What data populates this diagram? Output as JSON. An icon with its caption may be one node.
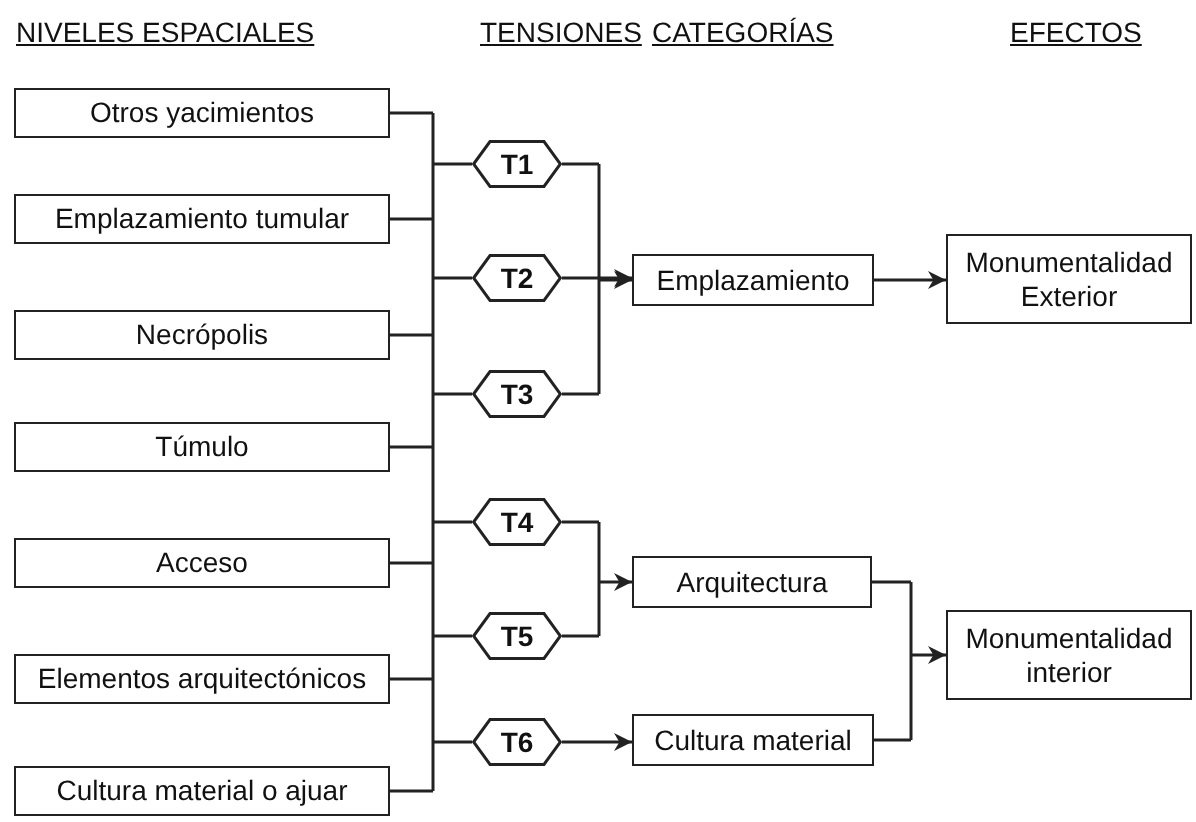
{
  "diagram": {
    "nodes": [
      {
        "text": [
          "Otros yacimientos"
        ]
      },
      {
        "text": [
          "Emplazamiento tumular"
        ]
      },
      {
        "text": [
          "Necrópolis"
        ]
      },
      {
        "text": [
          "Túmulo"
        ]
      },
      {
        "text": [
          "Acceso"
        ]
      },
      {
        "text": [
          "Elementos arquitectónicos"
        ]
      },
      {
        "text": [
          "Cultura material o ajuar"
        ]
      },
      {
        "text": [
          "T1"
        ]
      },
      {
        "text": [
          "T2"
        ]
      },
      {
        "text": [
          "T3"
        ]
      },
      {
        "text": [
          "T4"
        ]
      },
      {
        "text": [
          "T5"
        ]
      },
      {
        "text": [
          "T6"
        ]
      },
      {
        "text": [
          "Emplazamiento"
        ]
      },
      {
        "text": [
          "Arquitectura"
        ]
      },
      {
        "text": [
          "Cultura material"
        ]
      },
      {
        "text": [
          "Monumentalidad Exterior"
        ]
      },
      {
        "text": [
          "Monumentalidad interior"
        ]
      }
    ],
    "edges": [
      {
        "from": 0,
        "to": 7,
        "arrow": "none"
      },
      {
        "from": 0,
        "to": 8,
        "arrow": "none"
      },
      {
        "from": 0,
        "to": 9,
        "arrow": "none"
      },
      {
        "from": 0,
        "to": 10,
        "arrow": "none"
      },
      {
        "from": 0,
        "to": 11,
        "arrow": "none"
      },
      {
        "from": 0,
        "to": 12,
        "arrow": "none"
      },
      {
        "from": 1,
        "to": 7,
        "arrow": "none"
      },
      {
        "from": 1,
        "to": 8,
        "arrow": "none"
      },
      {
        "from": 1,
        "to": 9,
        "arrow": "none"
      },
      {
        "from": 1,
        "to": 10,
        "arrow": "none"
      },
      {
        "from": 1,
        "to": 11,
        "arrow": "none"
      },
      {
        "from": 1,
        "to": 12,
        "arrow": "none"
      },
      {
        "from": 2,
        "to": 7,
        "arrow": "none"
      },
      {
        "from": 2,
        "to": 8,
        "arrow": "none"
      },
      {
        "from": 2,
        "to": 9,
        "arrow": "none"
      },
      {
        "from": 2,
        "to": 10,
        "arrow": "none"
      },
      {
        "from": 2,
        "to": 11,
        "arrow": "none"
      },
      {
        "from": 2,
        "to": 12,
        "arrow": "none"
      },
      {
        "from": 3,
        "to": 7,
        "arrow": "none"
      },
      {
        "from": 3,
        "to": 8,
        "arrow": "none"
      },
      {
        "from": 3,
        "to": 9,
        "arrow": "none"
      },
      {
        "from": 3,
        "to": 10,
        "arrow": "none"
      },
      {
        "from": 3,
        "to": 11,
        "arrow": "none"
      },
      {
        "from": 3,
        "to": 12,
        "arrow": "none"
      },
      {
        "from": 4,
        "to": 7,
        "arrow": "none"
      },
      {
        "from": 4,
        "to": 8,
        "arrow": "none"
      },
      {
        "from": 4,
        "to": 9,
        "arrow": "none"
      },
      {
        "from": 4,
        "to": 10,
        "arrow": "none"
      },
      {
        "from": 4,
        "to": 11,
        "arrow": "none"
      },
      {
        "from": 4,
        "to": 12,
        "arrow": "none"
      },
      {
        "from": 5,
        "to": 7,
        "arrow": "none"
      },
      {
        "from": 5,
        "to": 8,
        "arrow": "none"
      },
      {
        "from": 5,
        "to": 9,
        "arrow": "none"
      },
      {
        "from": 5,
        "to": 10,
        "arrow": "none"
      },
      {
        "from": 5,
        "to": 11,
        "arrow": "none"
      },
      {
        "from": 5,
        "to": 12,
        "arrow": "none"
      },
      {
        "from": 6,
        "to": 7,
        "arrow": "none"
      },
      {
        "from": 6,
        "to": 8,
        "arrow": "none"
      },
      {
        "from": 6,
        "to": 9,
        "arrow": "none"
      },
      {
        "from": 6,
        "to": 10,
        "arrow": "none"
      },
      {
        "from": 6,
        "to": 11,
        "arrow": "none"
      },
      {
        "from": 6,
        "to": 12,
        "arrow": "none"
      },
      {
        "from": 7,
        "to": 13,
        "arrow": "to"
      },
      {
        "from": 8,
        "to": 13,
        "arrow": "to"
      },
      {
        "from": 9,
        "to": 13,
        "arrow": "to"
      },
      {
        "from": 10,
        "to": 14,
        "arrow": "to"
      },
      {
        "from": 11,
        "to": 14,
        "arrow": "to"
      },
      {
        "from": 12,
        "to": 15,
        "arrow": "to"
      },
      {
        "from": 13,
        "to": 16,
        "arrow": "to"
      },
      {
        "from": 14,
        "to": 17,
        "arrow": "to"
      },
      {
        "from": 15,
        "to": 17,
        "arrow": "to"
      }
    ],
    "labels": [
      "NIVELES ESPACIALES",
      "TENSIONES",
      "CATEGORÍAS",
      "EFECTOS"
    ]
  }
}
